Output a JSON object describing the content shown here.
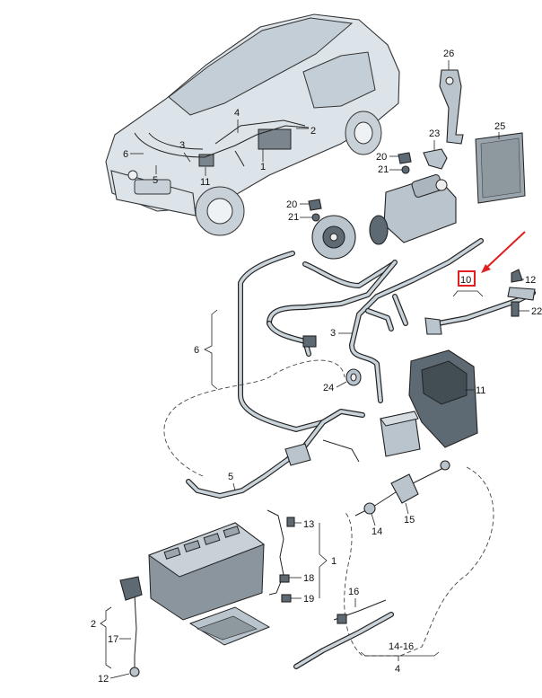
{
  "callouts": {
    "c1_car": "1",
    "c2_car": "2",
    "c3_car": "3",
    "c4_car": "4",
    "c5_car": "5",
    "c6_car": "6",
    "c11_car": "11",
    "c26": "26",
    "c25": "25",
    "c23": "23",
    "c20a": "20",
    "c21a": "21",
    "c20b": "20",
    "c21b": "21",
    "c10": "10",
    "c12a": "12",
    "c22": "22",
    "c6": "6",
    "c3": "3",
    "c24": "24",
    "c11": "11",
    "c5": "5",
    "c13": "13",
    "c1": "1",
    "c18": "18",
    "c19": "19",
    "c14": "14",
    "c15": "15",
    "c16": "16",
    "c1416": "14-16",
    "c4": "4",
    "c2": "2",
    "c17": "17",
    "c12b": "12"
  },
  "highlight": {
    "color": "#e02020",
    "target": "10"
  }
}
